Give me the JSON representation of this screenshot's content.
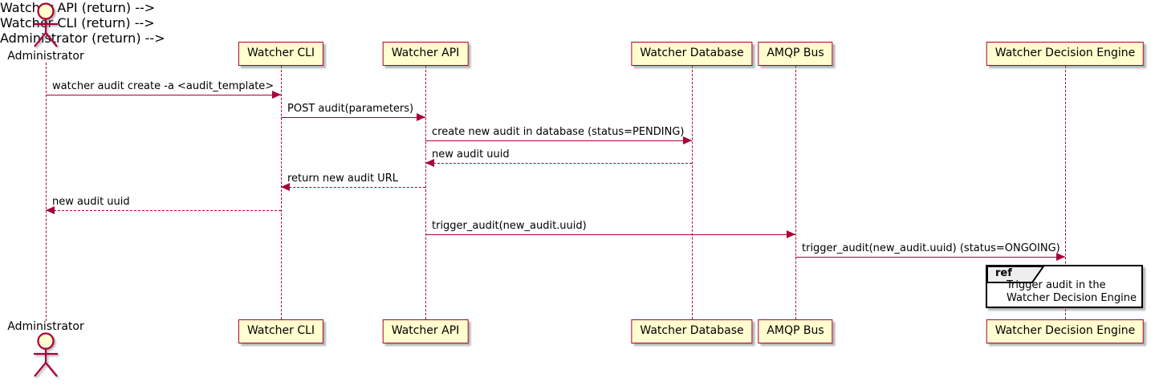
{
  "colors": {
    "participant_fill": "#FEFECE",
    "participant_border": "#A80036",
    "arrow": "#A80036",
    "lifeline": "#A80036",
    "text": "#000000",
    "ref_border": "#000000",
    "ref_tab_fill": "#EEEEEE"
  },
  "actor": {
    "label": "Administrator"
  },
  "participants": [
    {
      "label": "Watcher CLI"
    },
    {
      "label": "Watcher API"
    },
    {
      "label": "Watcher Database"
    },
    {
      "label": "AMQP Bus"
    },
    {
      "label": "Watcher Decision Engine"
    }
  ],
  "messages": [
    {
      "text": "watcher audit create -a <audit_template>",
      "from": "Administrator",
      "to": "Watcher CLI",
      "line": "solid"
    },
    {
      "text": "POST audit(parameters)",
      "from": "Watcher CLI",
      "to": "Watcher API",
      "line": "solid"
    },
    {
      "text": "create new audit in database (status=PENDING)",
      "from": "Watcher API",
      "to": "Watcher Database",
      "line": "solid"
    },
    {
      "text": "new audit uuid",
      "from": "Watcher Database",
      "to": "Watcher API",
      "line": "dashed"
    },
    {
      "text": "return new audit URL",
      "from": "Watcher API",
      "to": "Watcher CLI",
      "line": "dashed"
    },
    {
      "text": "new audit uuid",
      "from": "Watcher CLI",
      "to": "Administrator",
      "line": "dashed"
    },
    {
      "text": "trigger_audit(new_audit.uuid)",
      "from": "Watcher API",
      "to": "AMQP Bus",
      "line": "solid"
    },
    {
      "text": "trigger_audit(new_audit.uuid) (status=ONGOING)",
      "from": "AMQP Bus",
      "to": "Watcher Decision Engine",
      "line": "solid"
    }
  ],
  "ref": {
    "tab_label": "ref",
    "lines": [
      "Trigger audit in the",
      "Watcher Decision Engine"
    ]
  }
}
